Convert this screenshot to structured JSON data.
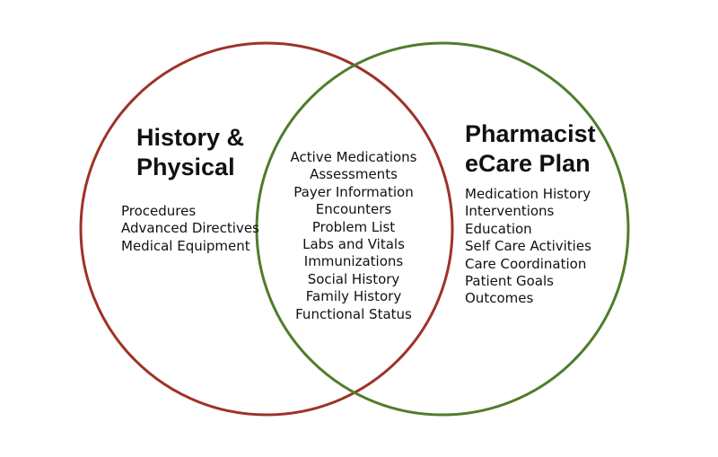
{
  "diagram": {
    "left_circle": {
      "color": "#9e3228",
      "title_lines": [
        "History &",
        "Physical"
      ],
      "items": [
        "Procedures",
        "Advanced Directives",
        "Medical Equipment"
      ]
    },
    "right_circle": {
      "color": "#4f7d2c",
      "title_lines": [
        "Pharmacist",
        "eCare Plan"
      ],
      "items": [
        "Medication History",
        "Interventions",
        "Education",
        "Self Care Activities",
        "Care Coordination",
        "Patient Goals",
        "Outcomes"
      ]
    },
    "overlap": {
      "items": [
        "Active Medications",
        "Assessments",
        "Payer Information",
        "Encounters",
        "Problem List",
        "Labs and Vitals",
        "Immunizations",
        "Social History",
        "Family History",
        "Functional Status"
      ]
    }
  }
}
